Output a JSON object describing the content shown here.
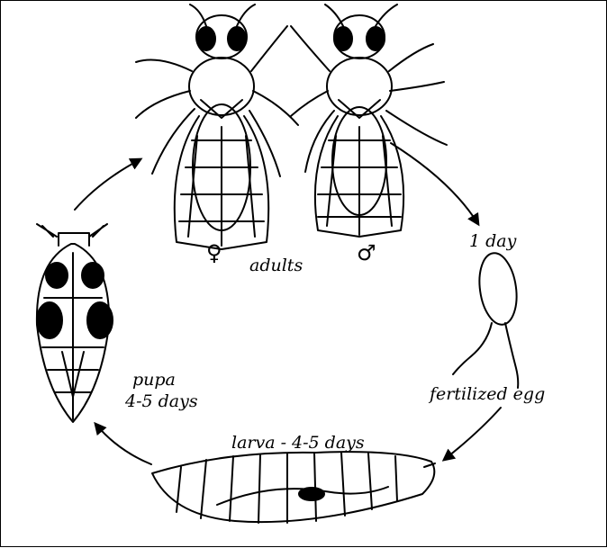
{
  "diagram": {
    "labels": {
      "female_symbol": "♀",
      "adults": "adults",
      "male_symbol": "♂",
      "one_day": "1 day",
      "fertilized_egg": "fertilized egg",
      "larva": "larva - 4-5 days",
      "pupa": "pupa",
      "pupa_days": "4-5 days"
    }
  }
}
